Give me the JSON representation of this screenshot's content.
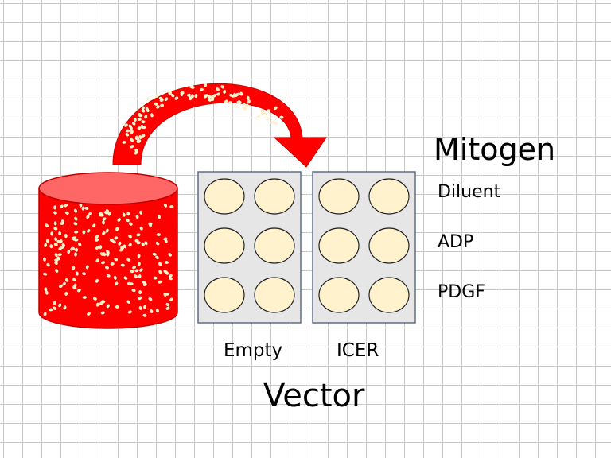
{
  "diagram": {
    "mitogen_title": "Mitogen",
    "treatments": [
      "Diluent",
      "ADP",
      "PDGF"
    ],
    "vectors": [
      "Empty",
      "ICER"
    ],
    "vector_title": "Vector"
  },
  "plates": {
    "count": 2,
    "rows": 3,
    "cols": 2
  },
  "colors": {
    "accent": "#ff0000",
    "cylinder_top": "#ff6666",
    "plate_fill": "#e6e6e6",
    "plate_border": "#5b6e8c",
    "well_fill": "#fff2cc",
    "cell_dot": "#fff2cc",
    "grid": "#c8c8c8"
  }
}
